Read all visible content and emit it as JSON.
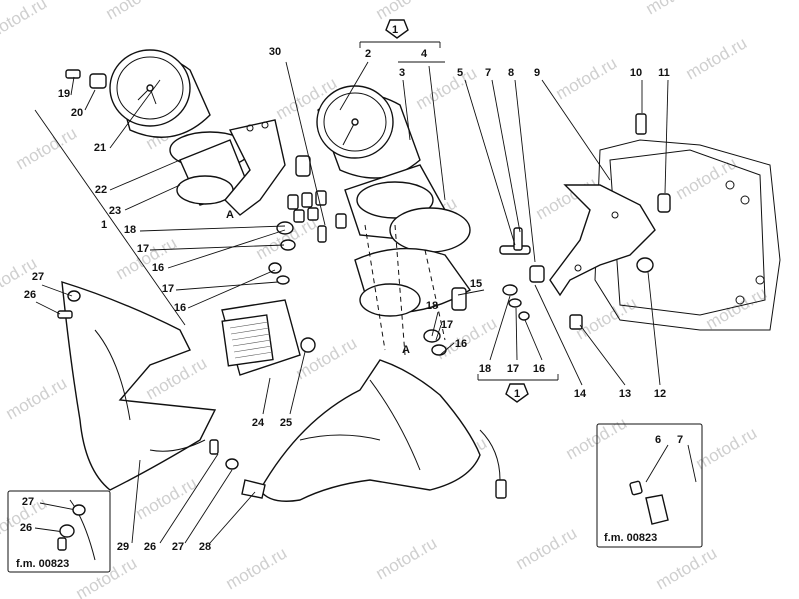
{
  "watermark": "motod.ru",
  "fm_code": "f.m. 00823",
  "callouts": [
    "1",
    "2",
    "3",
    "4",
    "5",
    "6",
    "7",
    "8",
    "9",
    "10",
    "11",
    "12",
    "13",
    "14",
    "15",
    "16",
    "17",
    "18",
    "19",
    "20",
    "21",
    "22",
    "23",
    "24",
    "25",
    "26",
    "27",
    "28",
    "29",
    "30",
    "A"
  ],
  "inset_left": {
    "labels": [
      "27",
      "26"
    ],
    "code": "f.m. 00823"
  },
  "inset_right": {
    "labels": [
      "6",
      "7"
    ],
    "code": "f.m. 00823"
  }
}
